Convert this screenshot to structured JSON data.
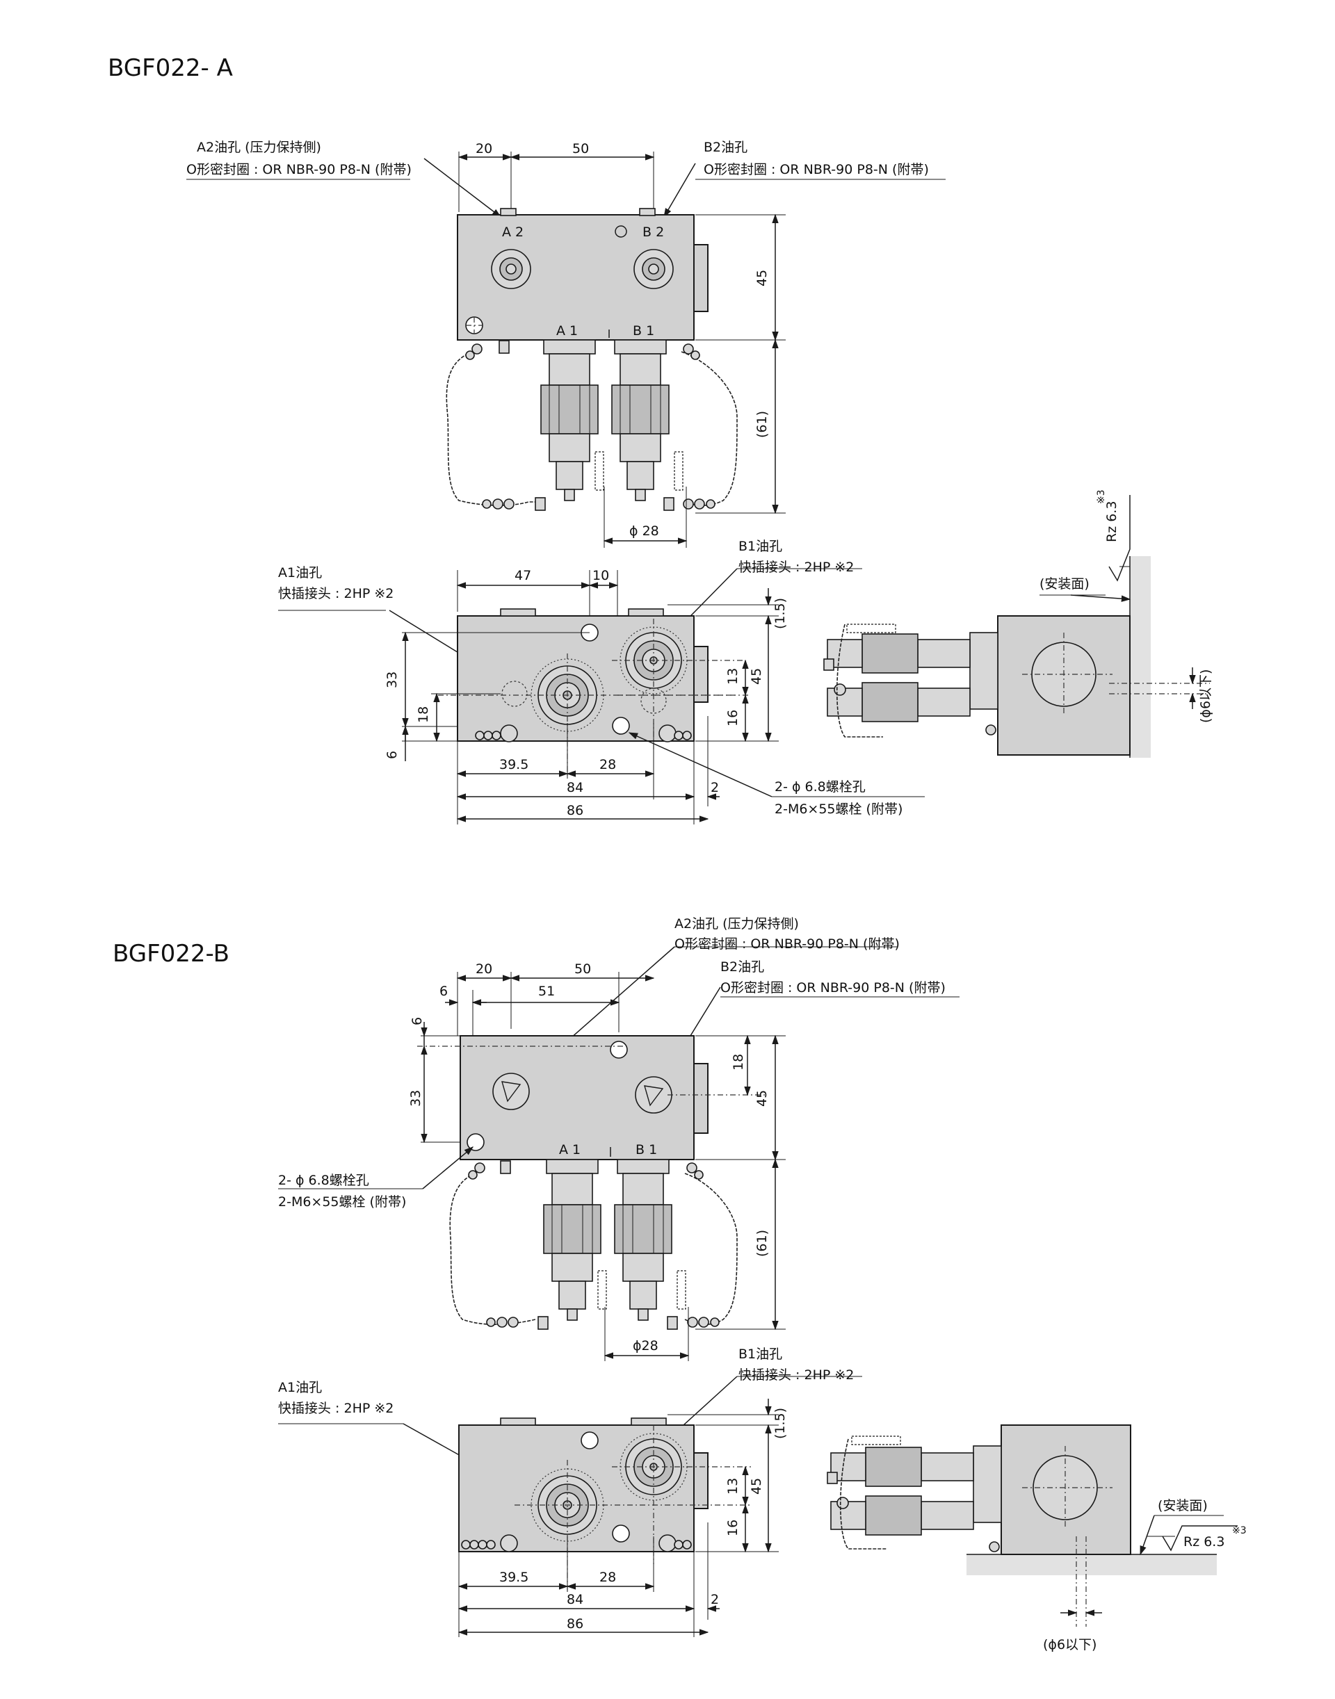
{
  "sections": [
    {
      "title": "BGF022- A",
      "top_view": {
        "port_labels": [
          "A 2",
          "B 2",
          "A 1",
          "B 1"
        ],
        "callout_left": [
          "A2油孔 (压力保持側)",
          "O形密封圈 : OR NBR-90 P8-N (附帯)"
        ],
        "callout_right": [
          "B2油孔",
          "O形密封圈 : OR NBR-90 P8-N (附帯)"
        ],
        "dims": {
          "d20": "20",
          "d50": "50",
          "d45": "45",
          "d61": "(61)",
          "phi28": "ϕ 28"
        }
      },
      "front_view": {
        "callout_a1": [
          "A1油孔",
          "快插接头 : 2HP ※2"
        ],
        "callout_b1": [
          "B1油孔",
          "快插接头 : 2HP ※2"
        ],
        "callout_bolt": [
          "2- ϕ 6.8螺栓孔",
          "2-M6×55螺栓 (附帯)"
        ],
        "dims": {
          "d47": "47",
          "d10": "10",
          "d15": "(1.5)",
          "d33": "33",
          "d18": "18",
          "d6": "6",
          "d13": "13",
          "d45": "45",
          "d16": "16",
          "d395": "39.5",
          "d28": "28",
          "d84": "84",
          "d86": "86",
          "d2": "2"
        }
      },
      "side_view": {
        "mount": "(安装面)",
        "rz": "Rz 6.3",
        "note": "※3",
        "phi": "(ϕ6以下)"
      }
    },
    {
      "title": "BGF022-B",
      "top_view": {
        "port_labels": [
          "A 1",
          "B 1"
        ],
        "callout_left": [
          "A2油孔 (压力保持側)",
          "O形密封圈 : OR NBR-90 P8-N (附帯)"
        ],
        "callout_right": [
          "B2油孔",
          "O形密封圈 : OR NBR-90 P8-N (附帯)"
        ],
        "callout_bolt": [
          "2- ϕ 6.8螺栓孔",
          "2-M6×55螺栓 (附帯)"
        ],
        "dims": {
          "d20": "20",
          "d50": "50",
          "d6a": "6",
          "d51": "51",
          "d6b": "6",
          "d33": "33",
          "d18": "18",
          "d45": "45",
          "d61": "(61)",
          "phi28": "ϕ28"
        }
      },
      "front_view": {
        "callout_a1": [
          "A1油孔",
          "快插接头 : 2HP ※2"
        ],
        "callout_b1": [
          "B1油孔",
          "快插接头 : 2HP ※2"
        ],
        "dims": {
          "d15": "(1.5)",
          "d13": "13",
          "d45": "45",
          "d16": "16",
          "d395": "39.5",
          "d28": "28",
          "d84": "84",
          "d86": "86",
          "d2": "2"
        }
      },
      "side_view": {
        "mount": "(安装面)",
        "rz": "Rz 6.3",
        "note": "※3",
        "phi": "(ϕ6以下)"
      }
    }
  ]
}
